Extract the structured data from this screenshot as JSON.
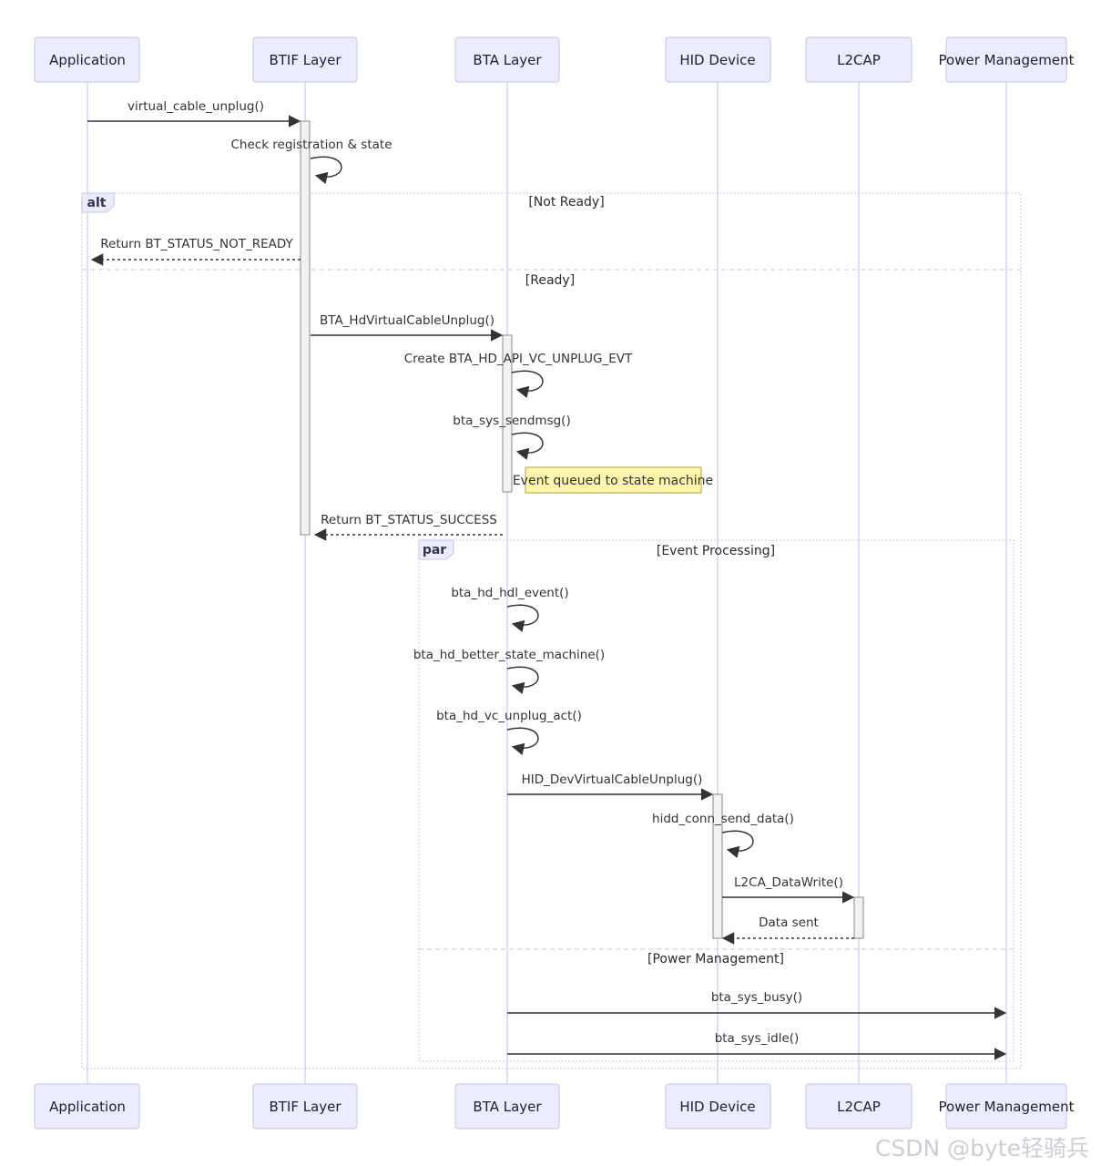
{
  "participants": [
    {
      "name": "Application"
    },
    {
      "name": "BTIF Layer"
    },
    {
      "name": "BTA Layer"
    },
    {
      "name": "HID Device"
    },
    {
      "name": "L2CAP"
    },
    {
      "name": "Power Management"
    }
  ],
  "frames": {
    "alt": {
      "label": "alt",
      "sections": [
        {
          "label": "[Not Ready]"
        },
        {
          "label": "[Ready]"
        }
      ]
    },
    "par": {
      "label": "par",
      "sections": [
        {
          "label": "[Event Processing]"
        },
        {
          "label": "[Power Management]"
        }
      ]
    }
  },
  "messages": [
    {
      "label": "virtual_cable_unplug()",
      "from": "Application",
      "to": "BTIF Layer",
      "type": "solid"
    },
    {
      "label": "Check registration & state",
      "from": "BTIF Layer",
      "to": "BTIF Layer",
      "type": "self"
    },
    {
      "label": "Return BT_STATUS_NOT_READY",
      "from": "BTIF Layer",
      "to": "Application",
      "type": "dashed"
    },
    {
      "label": "BTA_HdVirtualCableUnplug()",
      "from": "BTIF Layer",
      "to": "BTA Layer",
      "type": "solid"
    },
    {
      "label": "Create BTA_HD_API_VC_UNPLUG_EVT",
      "from": "BTA Layer",
      "to": "BTA Layer",
      "type": "self"
    },
    {
      "label": "bta_sys_sendmsg()",
      "from": "BTA Layer",
      "to": "BTA Layer",
      "type": "self"
    },
    {
      "label": "Return BT_STATUS_SUCCESS",
      "from": "BTA Layer",
      "to": "BTIF Layer",
      "type": "dashed"
    },
    {
      "label": "bta_hd_hdl_event()",
      "from": "BTA Layer",
      "to": "BTA Layer",
      "type": "self"
    },
    {
      "label": "bta_hd_better_state_machine()",
      "from": "BTA Layer",
      "to": "BTA Layer",
      "type": "self"
    },
    {
      "label": "bta_hd_vc_unplug_act()",
      "from": "BTA Layer",
      "to": "BTA Layer",
      "type": "self"
    },
    {
      "label": "HID_DevVirtualCableUnplug()",
      "from": "BTA Layer",
      "to": "HID Device",
      "type": "solid"
    },
    {
      "label": "hidd_conn_send_data()",
      "from": "HID Device",
      "to": "HID Device",
      "type": "self"
    },
    {
      "label": "L2CA_DataWrite()",
      "from": "HID Device",
      "to": "L2CAP",
      "type": "solid"
    },
    {
      "label": "Data sent",
      "from": "L2CAP",
      "to": "HID Device",
      "type": "dashed"
    },
    {
      "label": "bta_sys_busy()",
      "from": "BTA Layer",
      "to": "Power Management",
      "type": "solid"
    },
    {
      "label": "bta_sys_idle()",
      "from": "BTA Layer",
      "to": "Power Management",
      "type": "solid"
    }
  ],
  "note": {
    "text": "Event queued to state machine"
  },
  "watermark": {
    "text": "CSDN @byte轻骑兵"
  },
  "colors": {
    "participant_fill": "#ECECFF",
    "participant_border": "#C4C4E8",
    "note_fill": "#FFF5AD",
    "note_border": "#AAAA33",
    "frame_border": "#C9C9EC",
    "message_line": "#333333"
  }
}
